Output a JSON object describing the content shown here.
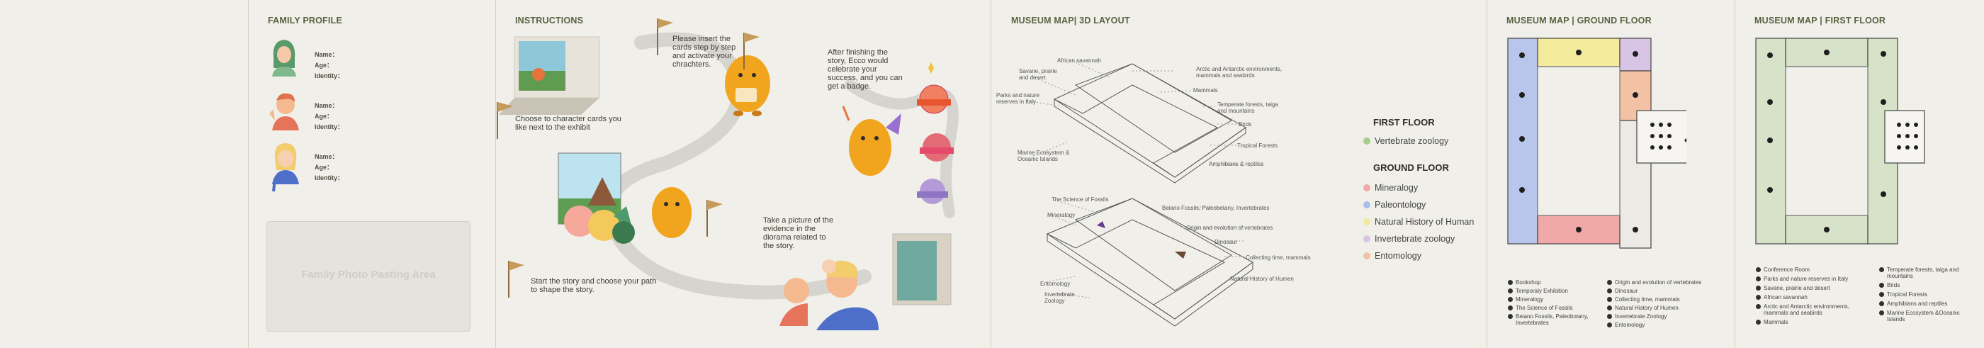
{
  "family_profile": {
    "title": "FAMILY PROFILE",
    "members": [
      {
        "name_label": "Name：",
        "age_label": "Age：",
        "identity_label": "Identity："
      },
      {
        "name_label": "Name：",
        "age_label": "Age：",
        "identity_label": "Identity："
      },
      {
        "name_label": "Name：",
        "age_label": "Age：",
        "identity_label": "Identity："
      }
    ],
    "photo_area": "Family Photo Pasting Area"
  },
  "instructions": {
    "title": "INSTRUCTIONS",
    "step1": "Choose to character cards you like next to the exhibit",
    "step2": "Please insert the cards step by step and activate your chrachters.",
    "step3": "After finishing the story, Ecco would celebrate your success, and you can get a badge.",
    "step4": "Start the story and choose your path to shape the story.",
    "step5": "Take a picture of the evidence in the diorama related to the story."
  },
  "map3d": {
    "title": "MUSEUM MAP| 3D LAYOUT",
    "labels": [
      "African savannah",
      "Arctic and Antarctic environments, mammals and seabirds",
      "Savane, prairie and desert",
      "Mammals",
      "Parks and nature reserves in Italy",
      "Temperate forests, taiga and mountains",
      "Birds",
      "Tropical Forests",
      "Marine Ecosystem & Oceanic Islands",
      "Amphibians & reptiles",
      "The Science of Fossils",
      "Beiano Fossils, Paleobotany, Invertebrates",
      "Mineralogy",
      "Origin and evolution of vertebrates",
      "Dinosaur",
      "Collecting time, mammals",
      "Natural History of Humen",
      "Entomology",
      "Invertebrate Zoology"
    ],
    "legend": {
      "first_floor_title": "FIRST FLOOR",
      "first_floor": [
        {
          "label": "Vertebrate zoology",
          "color": "#a8cc8c"
        }
      ],
      "ground_floor_title": "GROUND FLOOR",
      "ground_floor": [
        {
          "label": "Mineralogy",
          "color": "#f0a9a6"
        },
        {
          "label": "Paleontology",
          "color": "#a9bfe9"
        },
        {
          "label": "Natural History of Human",
          "color": "#f4ea9c"
        },
        {
          "label": "Invertebrate zoology",
          "color": "#d8c5e6"
        },
        {
          "label": "Entomology",
          "color": "#f3c1a3"
        }
      ]
    }
  },
  "ground_map": {
    "title": "MUSEUM MAP | GROUND FLOOR",
    "keys_left": [
      "Bookshop",
      "Temporaly Exhibition",
      "Mineralogy",
      "The Science of Fossils",
      "Beiano Fossils, Paleobotany, Invertebrates"
    ],
    "keys_right": [
      "Origin and evolution of vertebrates",
      "Dinosaur",
      "Collecting time, mammals",
      "Natural History of Humen",
      "Invertebrate Zoology",
      "Entomology"
    ]
  },
  "first_map": {
    "title": "MUSEUM MAP | FIRST FLOOR",
    "keys_left": [
      "Conference Room",
      "Parks and nature reserves in Italy",
      "Savane, prairie and desert",
      "African savannah",
      "Arctic and Antarctic environments, mammals and seabirds",
      "Mammals"
    ],
    "keys_right": [
      "Temperate forests, taiga and mountains",
      "Birds",
      "Tropical Forests",
      "Amphibians and reptiles",
      "Marine Ecosystem &Oceanic Islands"
    ]
  }
}
